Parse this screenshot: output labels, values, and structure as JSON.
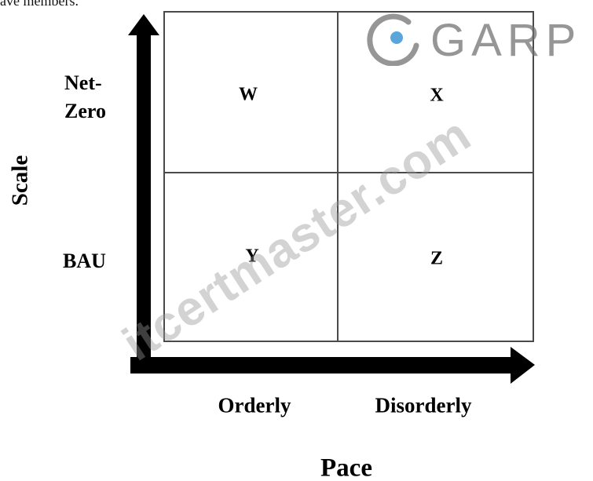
{
  "top_clipped_text": "ave members.",
  "watermark_text": "itcertmaster.com",
  "logo": {
    "text": "GARP",
    "accent_color": "#5aa6dc"
  },
  "axes": {
    "y_label": "Scale",
    "x_label": "Pace",
    "rows": [
      "Net-\nZero",
      "BAU"
    ],
    "columns": [
      "Orderly",
      "Disorderly"
    ]
  },
  "cells": {
    "top_left": "W",
    "top_right": "X",
    "bottom_left": "Y",
    "bottom_right": "Z"
  },
  "colors": {
    "grid_line": "#4a4a4a",
    "arrow": "#000000",
    "text": "#000000"
  }
}
